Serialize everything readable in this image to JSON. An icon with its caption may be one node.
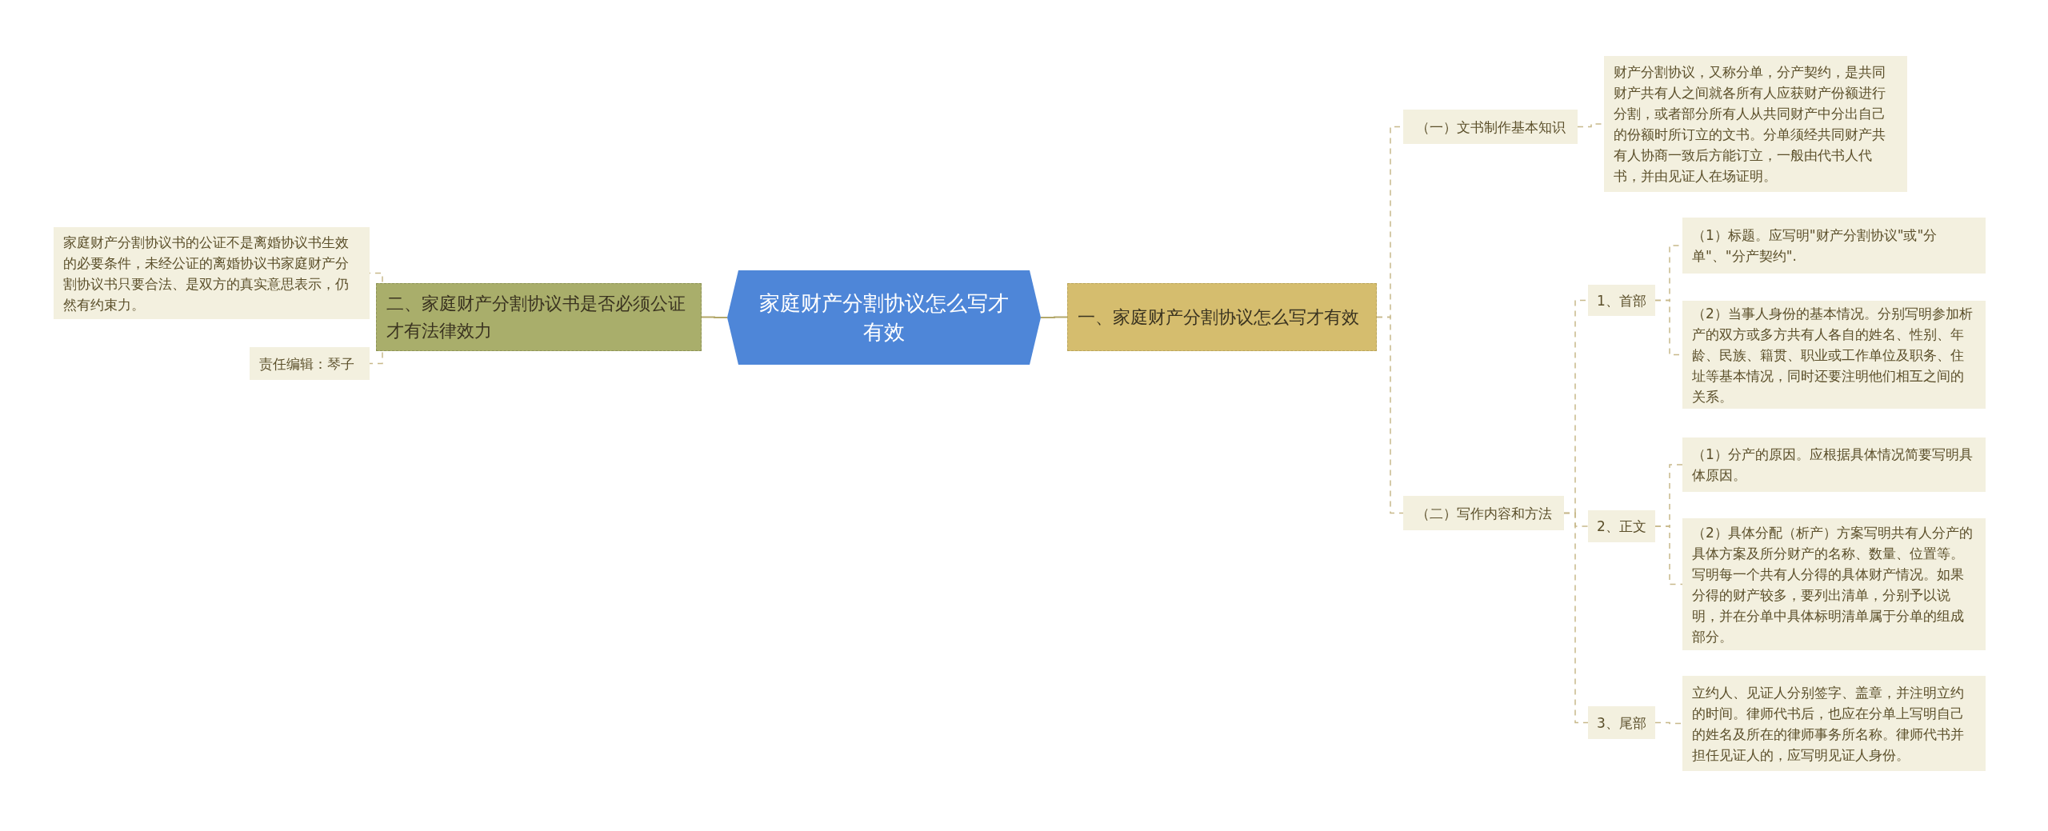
{
  "diagram": {
    "nodes": [
      {
        "text": [
          "家庭财产分割协议怎么写才有效"
        ]
      },
      {
        "text": [
          "一、家庭财产分割协议怎么写才有效"
        ]
      },
      {
        "text": [
          "（一）文书制作基本知识"
        ]
      },
      {
        "text": [
          "财产分割协议，又称分单，分产契约，是共同财产共有人之间就各所有人应获财产份额进行分割，或者部分所有人从共同财产中分出自己的份额时所订立的文书。分单须经共同财产共有人协商一致后方能订立，一般由代书人代书，并由见证人在场证明。"
        ]
      },
      {
        "text": [
          "（二）写作内容和方法"
        ]
      },
      {
        "text": [
          "1、首部"
        ]
      },
      {
        "text": [
          "（1）标题。应写明\"财产分割协议\"或\"分单\"、\"分产契约\"."
        ]
      },
      {
        "text": [
          "（2）当事人身份的基本情况。分别写明参加析产的双方或多方共有人各自的姓名、性别、年龄、民族、籍贯、职业或工作单位及职务、住址等基本情况，同时还要注明他们相互之间的关系。"
        ]
      },
      {
        "text": [
          "2、正文"
        ]
      },
      {
        "text": [
          "（1）分产的原因。应根据具体情况简要写明具体原因。"
        ]
      },
      {
        "text": [
          "（2）具体分配（析产）方案写明共有人分产的具体方案及所分财产的名称、数量、位置等。写明每一个共有人分得的具体财产情况。如果分得的财产较多，要列出清单，分别予以说明，并在分单中具体标明清单属于分单的组成部分。"
        ]
      },
      {
        "text": [
          "3、尾部"
        ]
      },
      {
        "text": [
          "立约人、见证人分别签字、盖章，并注明立约的时间。律师代书后，也应在分单上写明自己的姓名及所在的律师事务所名称。律师代书并担任见证人的，应写明见证人身份。"
        ]
      },
      {
        "text": [
          "二、家庭财产分割协议书是否必须公证才有法律效力"
        ]
      },
      {
        "text": [
          "家庭财产分割协议书的公证不是离婚协议书生效的必要条件，未经公证的离婚协议书家庭财产分割协议书只要合法、是双方的真实意思表示，仍然有约束力。"
        ]
      },
      {
        "text": [
          "责任编辑：琴子"
        ]
      }
    ],
    "edges": [
      {
        "from": 0,
        "to": 1,
        "arrow": "none"
      },
      {
        "from": 1,
        "to": 2,
        "arrow": "none",
        "style": "dashed"
      },
      {
        "from": 2,
        "to": 3,
        "arrow": "none",
        "style": "dashed"
      },
      {
        "from": 1,
        "to": 4,
        "arrow": "none",
        "style": "dashed"
      },
      {
        "from": 4,
        "to": 5,
        "arrow": "none",
        "style": "dashed"
      },
      {
        "from": 5,
        "to": 6,
        "arrow": "none",
        "style": "dashed"
      },
      {
        "from": 5,
        "to": 7,
        "arrow": "none",
        "style": "dashed"
      },
      {
        "from": 4,
        "to": 8,
        "arrow": "none",
        "style": "dashed"
      },
      {
        "from": 8,
        "to": 9,
        "arrow": "none",
        "style": "dashed"
      },
      {
        "from": 8,
        "to": 10,
        "arrow": "none",
        "style": "dashed"
      },
      {
        "from": 4,
        "to": 11,
        "arrow": "none",
        "style": "dashed"
      },
      {
        "from": 11,
        "to": 12,
        "arrow": "none",
        "style": "dashed"
      },
      {
        "from": 0,
        "to": 13,
        "arrow": "none"
      },
      {
        "from": 13,
        "to": 14,
        "arrow": "none",
        "style": "dashed"
      },
      {
        "from": 13,
        "to": 15,
        "arrow": "none",
        "style": "dashed"
      }
    ]
  }
}
